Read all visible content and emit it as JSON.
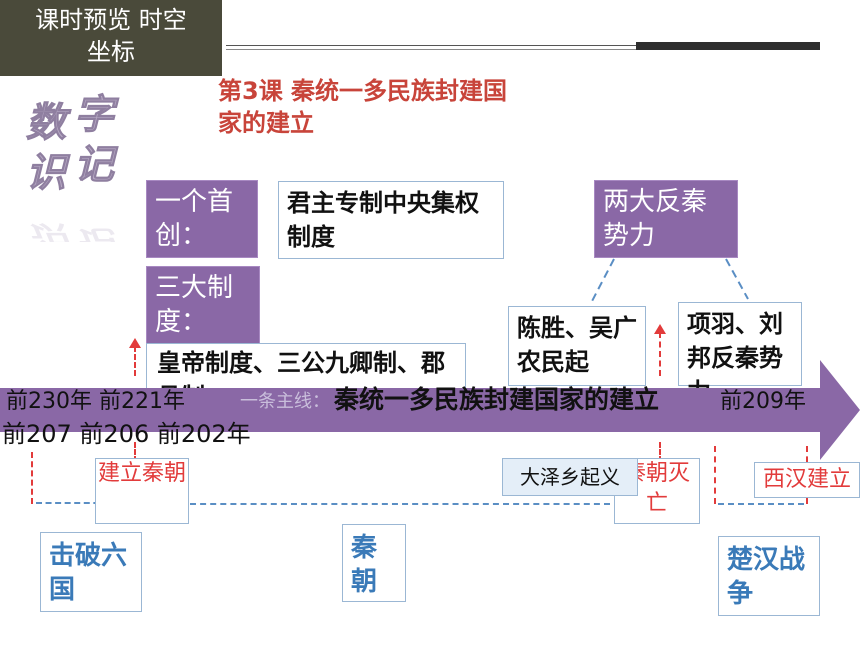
{
  "header": {
    "section_title_line1": "课时预览  时空",
    "section_title_line2": "坐标"
  },
  "lesson": {
    "title_line1": "第3课 秦统一多民族封建国",
    "title_line2": "家的建立"
  },
  "logo": {
    "text": "数字识记"
  },
  "concepts": {
    "first_label": "一个首创：",
    "first_value": "君主专制中央集权制度",
    "second_label": "三大制度：",
    "second_value": "皇帝制度、三公九卿制、郡县制",
    "rebel_label": "两大反秦势力",
    "rebel_a": "陈胜、吴广农民起",
    "rebel_b": "项羽、刘邦反秦势力"
  },
  "timeline": {
    "mainline_label": "一条主线：",
    "mainline": "秦统一多民族封建国家的建立",
    "years_top": "前230年  前221年",
    "year_209": "前209年",
    "years_bottom": "前207 前206  前202年"
  },
  "events": {
    "establish_qin": "建立秦朝",
    "daze": "大泽乡起义",
    "qin_fall": "秦朝灭亡",
    "western_han": "西汉建立",
    "conquer": "击破六国",
    "qin": "秦朝",
    "chu_han": "楚汉战争"
  },
  "colors": {
    "header_bg": "#4a4a3a",
    "title_red": "#c8443a",
    "purple": "#8a68a6",
    "arrow": "#8a68a6",
    "event_red": "#e23b3b",
    "period_blue": "#3a7ab8"
  }
}
